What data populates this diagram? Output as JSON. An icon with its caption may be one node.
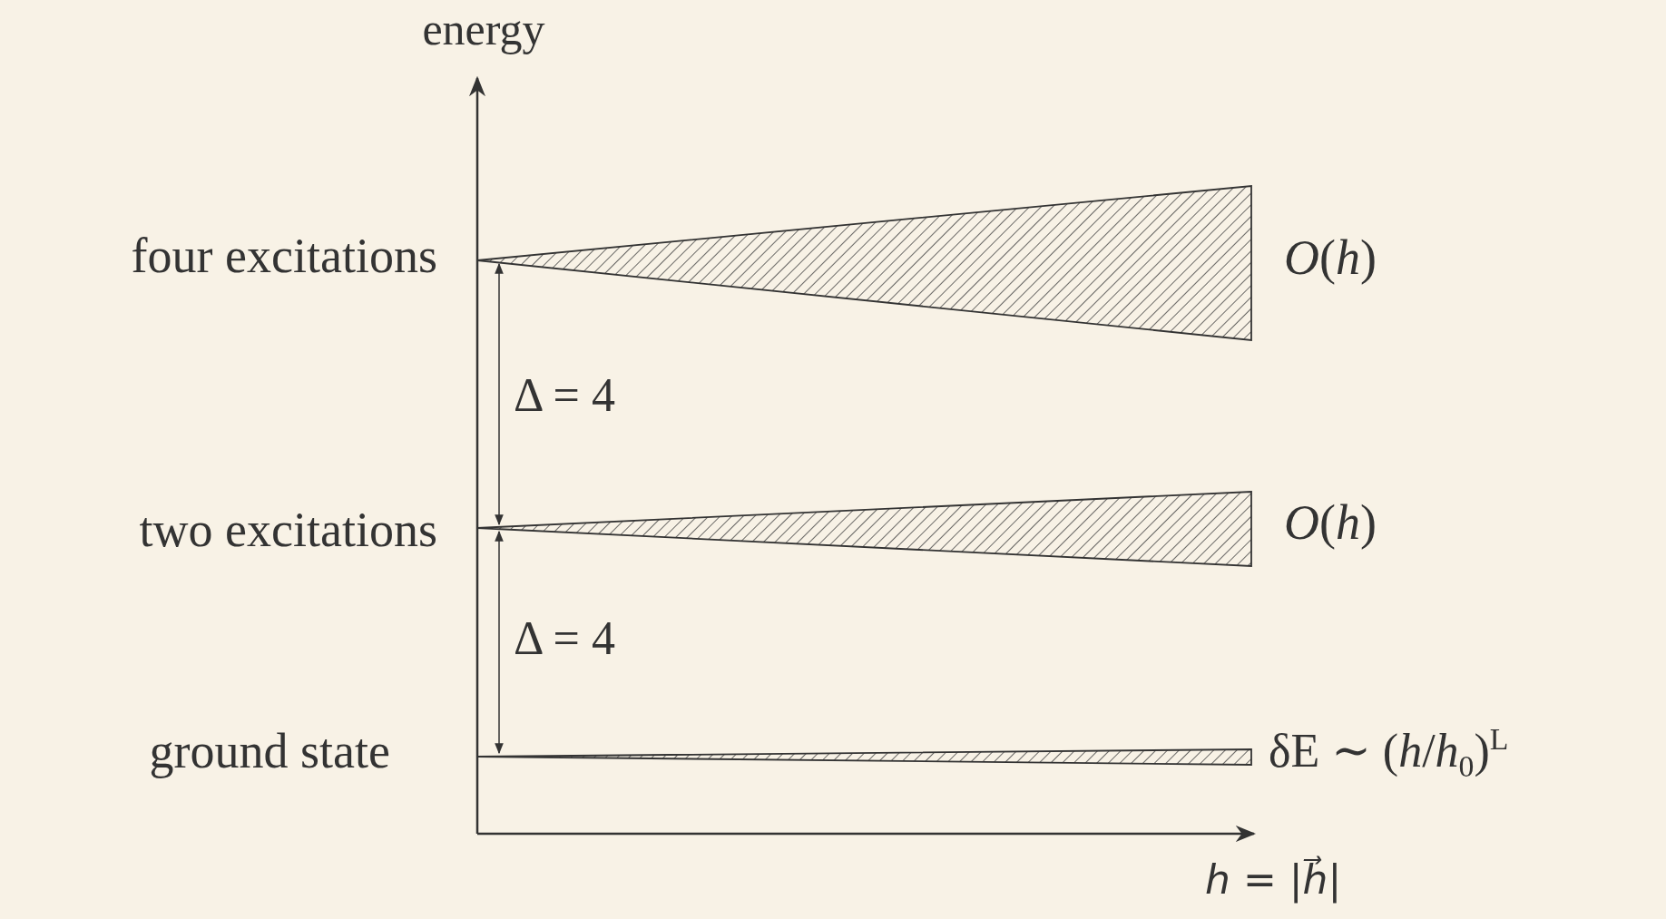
{
  "diagram": {
    "labels": [
      "energy",
      "four excitations",
      "*O*(*h*)",
      "Δ = 4",
      "two excitations",
      "*O*(*h*)",
      "Δ = 4",
      "ground state",
      "δE ∼ (*h*/*h*$_{0}$)$^{L}$",
      "*h* = |*h⃗*|"
    ]
  }
}
